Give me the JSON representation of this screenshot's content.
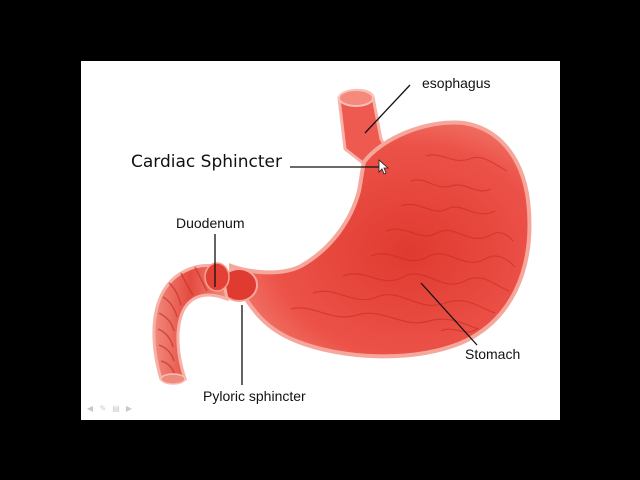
{
  "labels": {
    "esophagus": "esophagus",
    "cardiac_sphincter": "Cardiac Sphincter",
    "duodenum": "Duodenum",
    "stomach": "Stomach",
    "pyloric_sphincter": "Pyloric sphincter"
  },
  "colors": {
    "outer_background": "#000000",
    "slide_background": "#ffffff",
    "organ_red": "#e8443a",
    "organ_light": "#f4897c",
    "organ_dark": "#c92a22",
    "leader_line": "#111111"
  },
  "toolbar": {
    "icons": [
      "arrow-left-icon",
      "pen-icon",
      "slide-menu-icon",
      "arrow-right-icon"
    ]
  }
}
